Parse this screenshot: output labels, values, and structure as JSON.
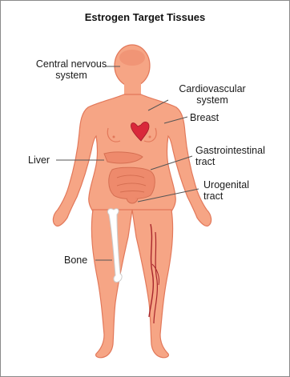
{
  "title": "Estrogen Target Tissues",
  "labels": {
    "cns_line1": "Central nervous",
    "cns_line2": "system",
    "cardio_line1": "Cardiovascular",
    "cardio_line2": "system",
    "breast": "Breast",
    "liver": "Liver",
    "gi_line1": "Gastrointestinal",
    "gi_line2": "tract",
    "uro_line1": "Urogenital",
    "uro_line2": "tract",
    "bone": "Bone"
  },
  "colors": {
    "body_fill": "#f6a585",
    "body_outline": "#e2785a",
    "organ_fill": "#ee8a6c",
    "heart": "#d9283a",
    "bone": "#ffffff",
    "vein": "#a8262c",
    "leader_line": "#555555"
  }
}
